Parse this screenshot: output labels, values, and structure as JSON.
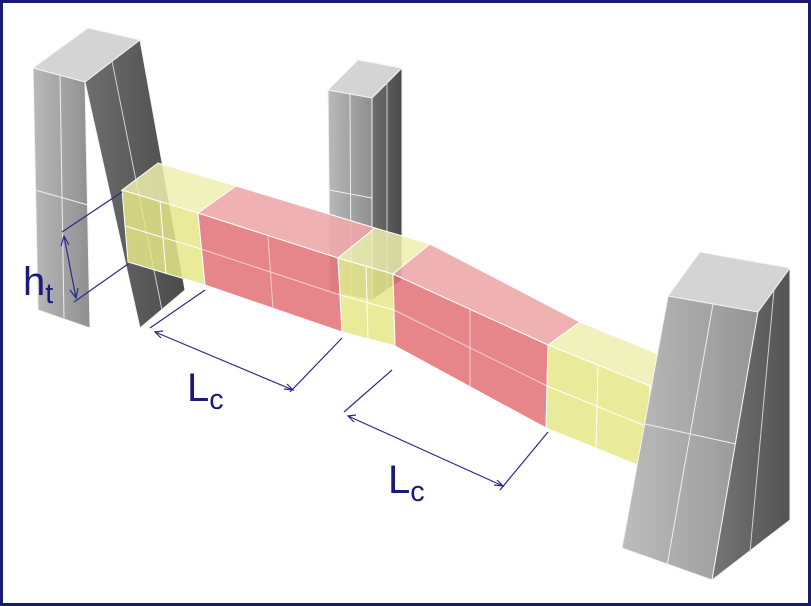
{
  "labels": {
    "ht": {
      "base": "h",
      "subscript": "t"
    },
    "lc_left": {
      "base": "L",
      "subscript": "c"
    },
    "lc_right": {
      "base": "L",
      "subscript": "c"
    }
  },
  "colors": {
    "frame": "#1a1a6e",
    "column": "#8a8a8a",
    "connection": "#e6e68a",
    "beam_middle": "#e2747a",
    "dimension": "#2a2a8a"
  }
}
